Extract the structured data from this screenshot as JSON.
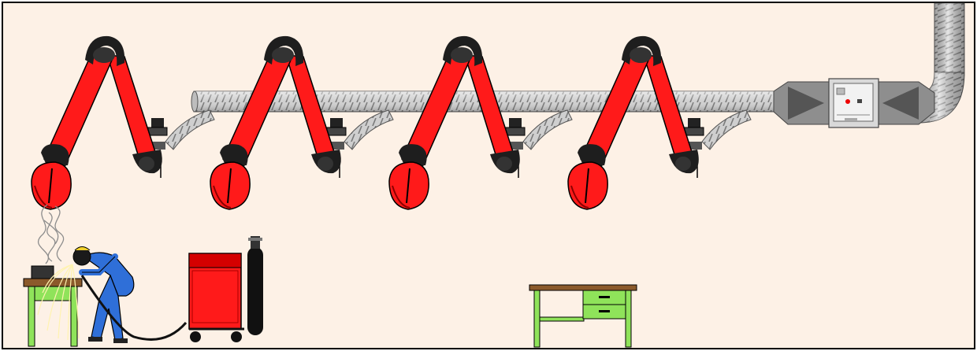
{
  "scene": {
    "background": "#fdf1e6",
    "border": "#000000",
    "colors": {
      "arm": "#ff1a1a",
      "arm_dark": "#b00000",
      "joint": "#1e1e1e",
      "duct_light": "#dcdcdc",
      "duct_mid": "#a9a9a9",
      "duct_dark": "#6e6e6e",
      "bench_green": "#8fe35a",
      "bench_top": "#8b5a2b",
      "worker_blue": "#2f6fd8",
      "welder_red": "#ff1a1a",
      "fumes": "#9a9a9a",
      "sparks": "#fff3b0"
    }
  },
  "components": {
    "main_duct": "horizontal-extraction-duct",
    "filter_unit": "inline-fan-filter-unit",
    "riser": "vertical-exhaust-riser",
    "extraction_arms": [
      "extraction-arm-1",
      "extraction-arm-2",
      "extraction-arm-3",
      "extraction-arm-4"
    ],
    "workstations": [
      "welding-bench",
      "welding-machine",
      "gas-cylinder",
      "green-workbench"
    ]
  }
}
